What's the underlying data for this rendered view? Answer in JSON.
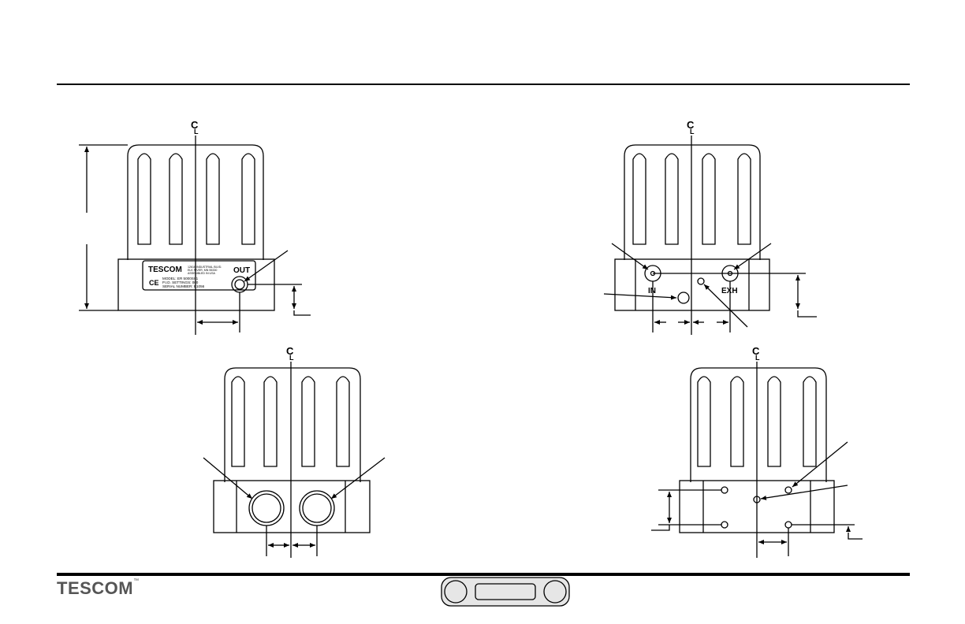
{
  "footer": {
    "logo_text": "TESCOM",
    "trademark": "™"
  },
  "centerline_symbol": {
    "c": "C",
    "l": "L"
  },
  "front_view": {
    "nameplate": {
      "brand": "TESCOM",
      "ce_mark": "CE",
      "address_line_1": "12616 INDUSTRIAL BLVD.",
      "address_line_2": "ELK RIVER, MN 55330",
      "address_line_3": "ASSEMBLED IN USA",
      "model": "MODEL: ER 5000SI-1",
      "pid": "P.I.D. SETTINGS: 000",
      "serial": "SERIAL NUMBER: E1056"
    },
    "port_label": "OUT"
  },
  "rear_view": {
    "port_in_label": "IN",
    "port_exh_label": "EXH"
  },
  "colors": {
    "line": "#000000",
    "footer_logo": "#555555",
    "footer_badge_fill": "#e6e6e6"
  }
}
